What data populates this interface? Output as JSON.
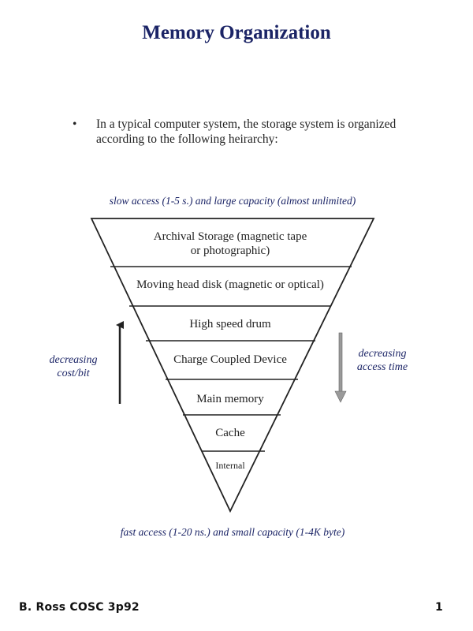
{
  "slide": {
    "title": "Memory Organization",
    "bullet_symbol": "•",
    "bullet_text": "In a typical computer system, the storage system is organized according to the following heirarchy:",
    "top_caption": "slow access  (1-5 s.) and large capacity (almost unlimited)",
    "bottom_caption": "fast access (1-20 ns.) and small capacity (1-4K byte)",
    "left_label": {
      "line1": "decreasing",
      "line2": "cost/bit"
    },
    "right_label": {
      "line1": "decreasing",
      "line2": "access time"
    },
    "levels": [
      {
        "line1": "Archival Storage (magnetic tape",
        "line2": "or photographic)"
      },
      {
        "line1": "Moving head disk (magnetic or optical)"
      },
      {
        "line1": "High speed drum"
      },
      {
        "line1": "Charge Coupled Device"
      },
      {
        "line1": "Main memory"
      },
      {
        "line1": "Cache"
      },
      {
        "line1": "Internal"
      }
    ],
    "footer_left": "B. Ross  COSC 3p92",
    "footer_right": "1"
  },
  "colors": {
    "title": "#1b2466",
    "italic_text": "#1b2466",
    "lines": "#222222",
    "right_arrow": "#888888"
  }
}
